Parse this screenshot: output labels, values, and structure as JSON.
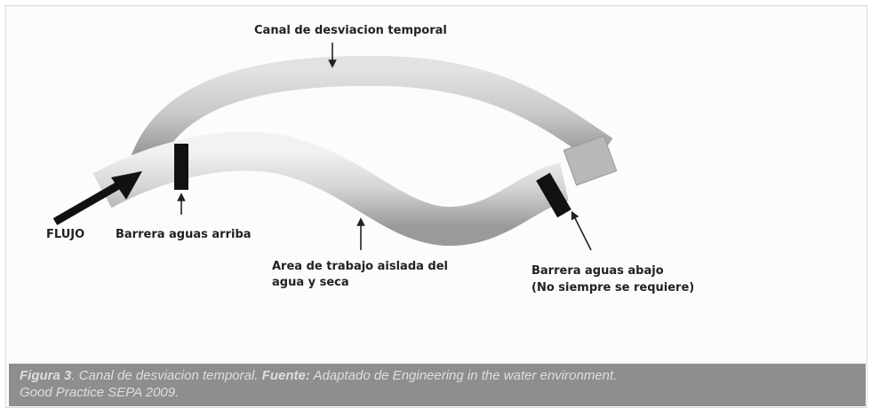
{
  "labels": {
    "channel": "Canal de desviacion temporal",
    "flow": "FLUJO",
    "upstream_barrier": "Barrera aguas arriba",
    "work_area_line1": "Area de trabajo aislada del",
    "work_area_line2": "agua y seca",
    "downstream_barrier_line1": "Barrera aguas abajo",
    "downstream_barrier_line2": "(No siempre se requiere)"
  },
  "caption": {
    "figure_label": "Figura 3",
    "figure_text": ". Canal de desviacion temporal. ",
    "source_label": "Fuente:",
    "source_text": " Adaptado de Engineering in the water environment.",
    "source_text_line2": "Good Practice SEPA 2009."
  }
}
